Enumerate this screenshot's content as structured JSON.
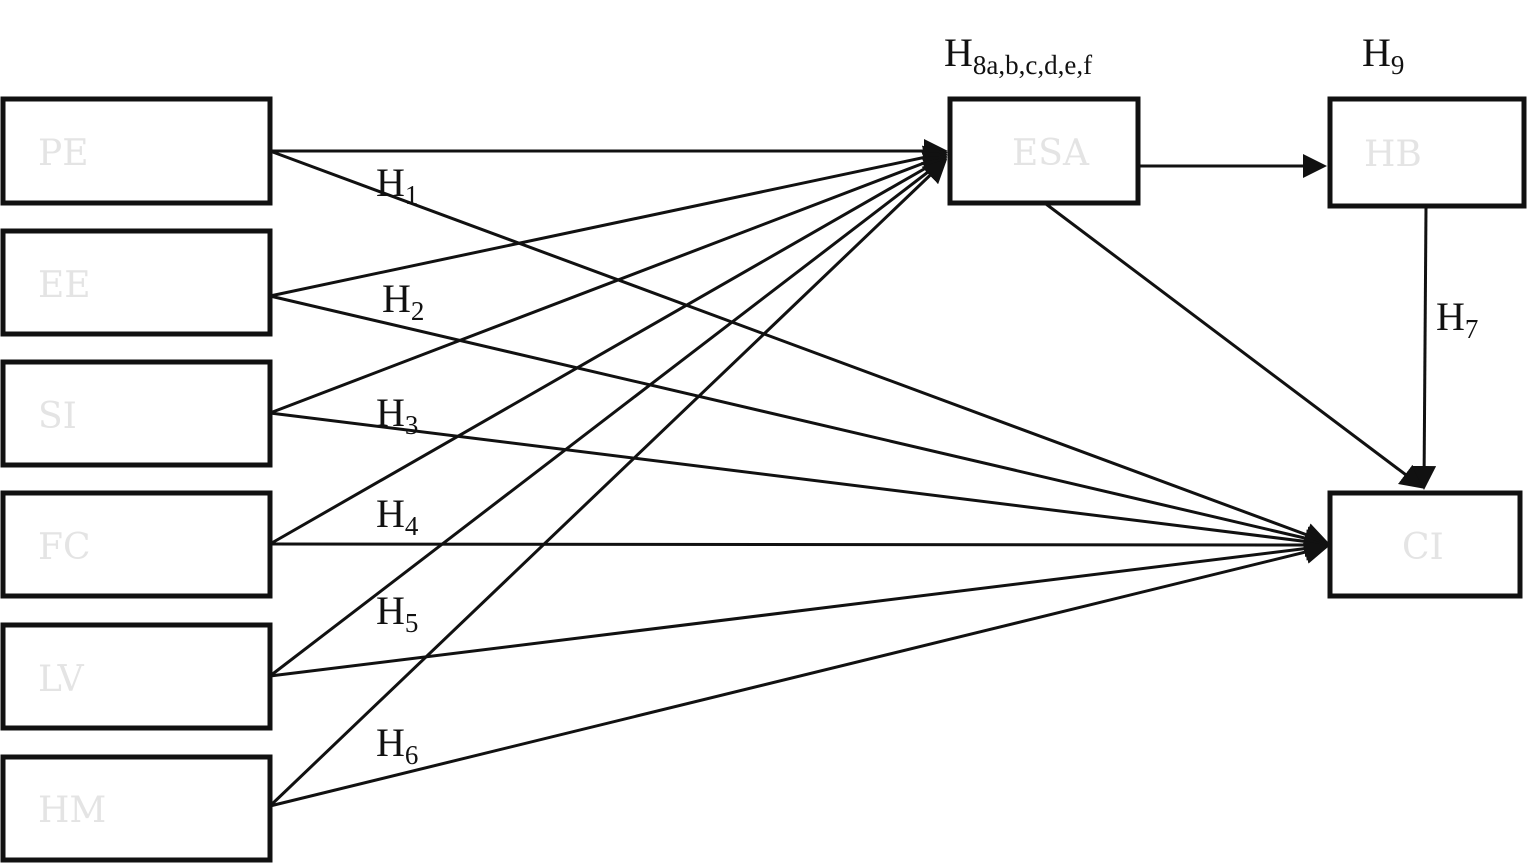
{
  "nodes": {
    "PE": "PE",
    "EE": "EE",
    "SI": "SI",
    "FC": "FC",
    "LV": "LV",
    "HM": "HM",
    "ESA": "ESA",
    "HB": "HB",
    "CI": "CI"
  },
  "hypotheses": {
    "H1": {
      "main": "H",
      "sub": "1"
    },
    "H2": {
      "main": "H",
      "sub": "2"
    },
    "H3": {
      "main": "H",
      "sub": "3"
    },
    "H4": {
      "main": "H",
      "sub": "4"
    },
    "H5": {
      "main": "H",
      "sub": "5"
    },
    "H6": {
      "main": "H",
      "sub": "6"
    },
    "H7": {
      "main": "H",
      "sub": "7"
    },
    "H8": {
      "main": "H",
      "sub": "8a,b,c,d,e,f"
    },
    "H9": {
      "main": "H",
      "sub": "9"
    }
  },
  "colors": {
    "line": "#111111",
    "box_label": "#e4e4e4"
  }
}
